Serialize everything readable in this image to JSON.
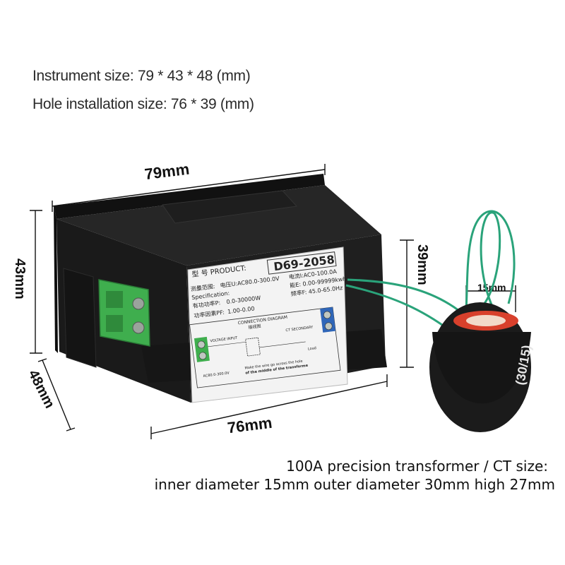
{
  "specs": {
    "instrument_size": "Instrument size: 79 * 43 * 48 (mm)",
    "hole_size": "Hole installation size: 76 * 39 (mm)"
  },
  "dimensions": {
    "width": "79mm",
    "height": "43mm",
    "depth": "48mm",
    "hole_width": "76mm",
    "hole_height": "39mm",
    "ct_inner": "15mm"
  },
  "label": {
    "model_prefix": "型  号 PRODUCT:",
    "model": "D69-2058",
    "range_cn": "测量范围:",
    "specification": "Specification:",
    "voltage": "电压U:AC80.0-300.0V",
    "current": "电流I:AC0-100.0A",
    "energy": "能E: 0.00-99999kwh",
    "power_cn": "有功功率P:",
    "power": "0.0-30000W",
    "frequency": "频率F: 45.0-65.0Hz",
    "pf_cn": "功率因素PF:",
    "pf": "1.00-0.00",
    "diagram_title": "CONNECTION DIAGRAM",
    "diagram_cn": "接线图",
    "voltage_input": "VOLTAGE INPUT",
    "ct_secondary": "CT SECONDARY",
    "load": "Load",
    "ac_range": "AC80.0-300.0V",
    "instruction": "Make the wire go across the hole",
    "instruction2": "of the middle of the transforme"
  },
  "ct_marking": "(30/15)",
  "caption": {
    "line1": "100A precision transformer / CT size:",
    "line2": "inner diameter 15mm outer diameter 30mm high 27mm"
  },
  "colors": {
    "body": "#1c1c1c",
    "terminal_green": "#3fae4e",
    "terminal_blue": "#2f66b8",
    "wire": "#2aa37a",
    "ct_core": "#d8402c"
  }
}
